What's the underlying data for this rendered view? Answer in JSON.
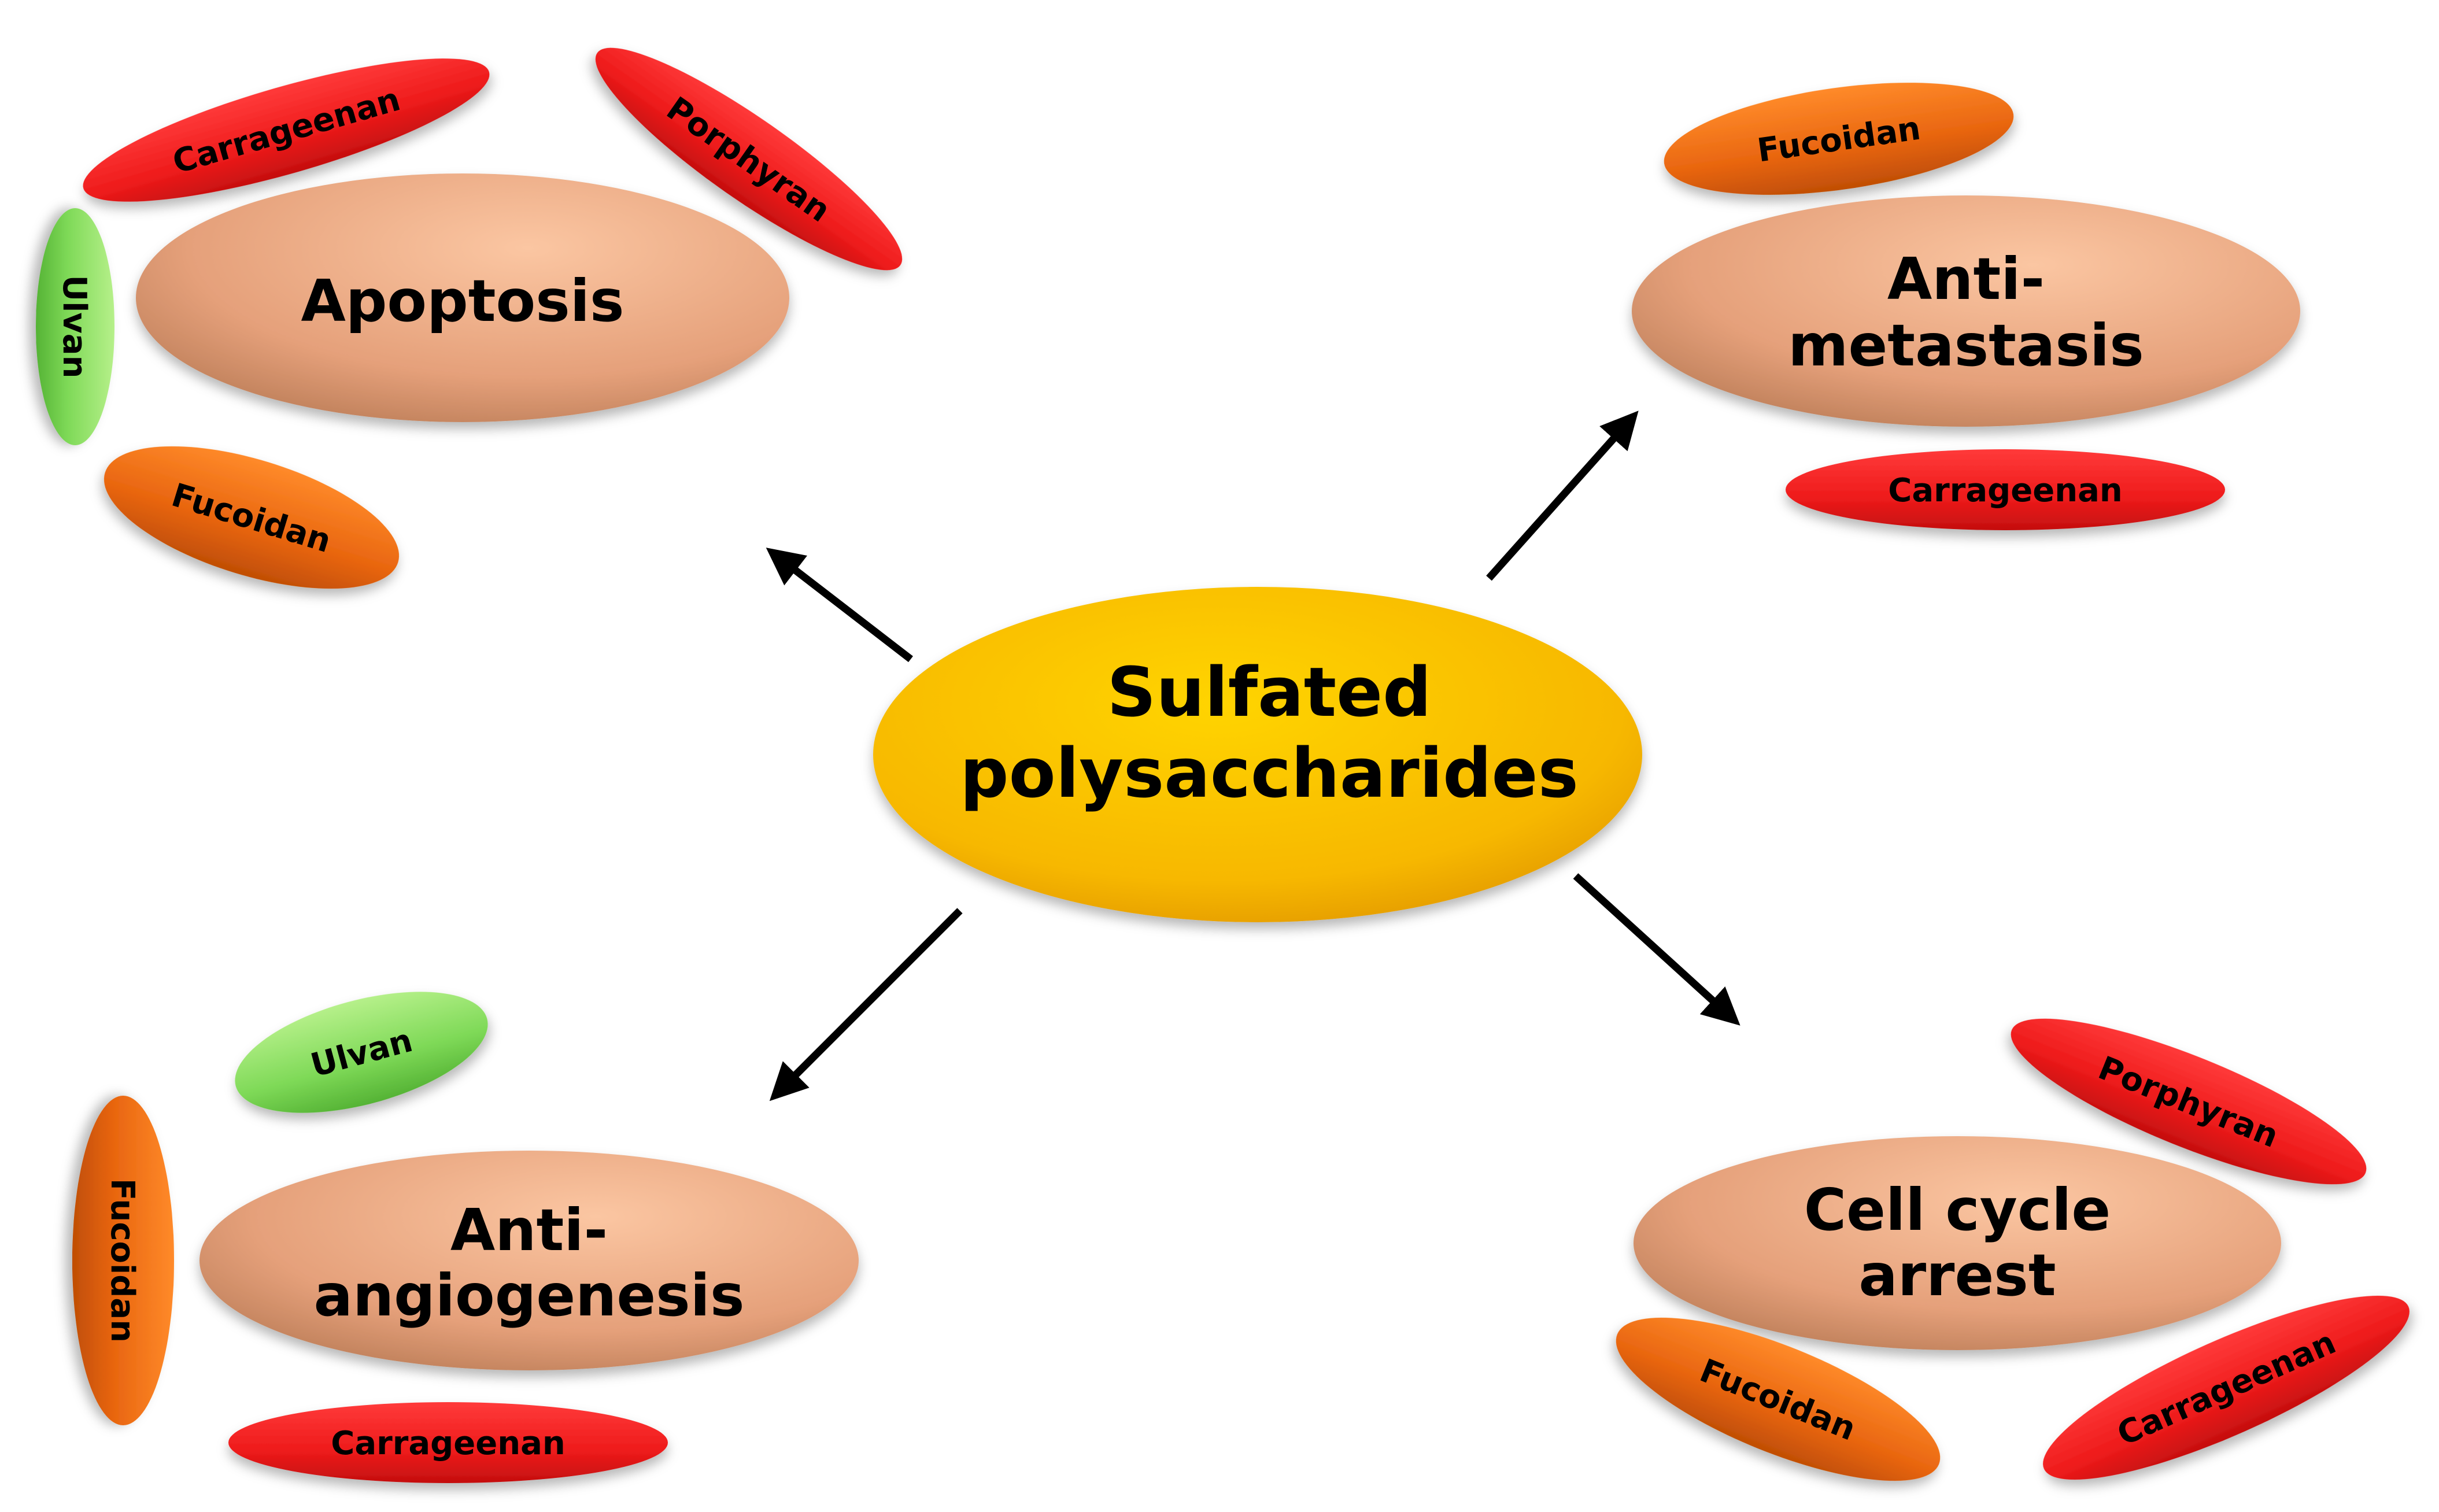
{
  "center": {
    "line1": "Sulfated",
    "line2": "polysaccharides",
    "color": "#f7b800"
  },
  "effects": {
    "apoptosis": {
      "label": "Apoptosis"
    },
    "anti_metastasis": {
      "line1": "Anti-",
      "line2": "metastasis"
    },
    "anti_angiogenesis": {
      "line1": "Anti-",
      "line2": "angiogenesis"
    },
    "cell_cycle_arrest": {
      "line1": "Cell cycle",
      "line2": "arrest"
    }
  },
  "compounds": {
    "carrageenan": "Carrageenan",
    "porphyran": "Porphyran",
    "ulvan": "Ulvan",
    "fucoidan": "Fucoidan"
  },
  "colors": {
    "effect": "#e8a27a",
    "carrageenan": "#ee1b1b",
    "porphyran": "#ee1b1b",
    "fucoidan": "#e8650f",
    "ulvan": "#7ed957"
  }
}
